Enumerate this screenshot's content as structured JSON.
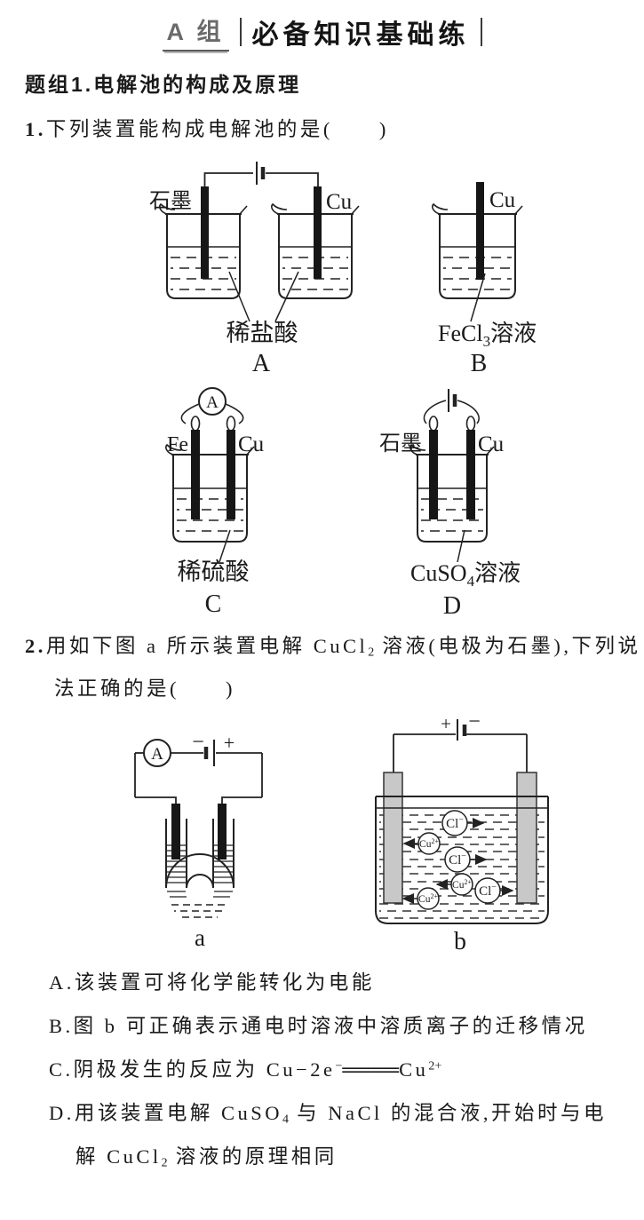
{
  "header": {
    "group": "A 组",
    "sep": "",
    "title": "必备知识基础练"
  },
  "section_title": "题组1.电解池的构成及原理",
  "q1": {
    "number": "1.",
    "text": "下列装置能构成电解池的是(　　)"
  },
  "diagram_A": {
    "electrode_left": "石墨",
    "electrode_right": "Cu",
    "solution": "稀盐酸",
    "label": "A"
  },
  "diagram_B": {
    "electrode": "Cu",
    "solution_formula": "FeCl",
    "solution_sub": "3",
    "solution_suffix": "溶液",
    "label": "B"
  },
  "diagram_C": {
    "meter": "A",
    "electrode_left": "Fe",
    "electrode_right": "Cu",
    "solution": "稀硫酸",
    "label": "C"
  },
  "diagram_D": {
    "electrode_left": "石墨",
    "electrode_right": "Cu",
    "solution_formula": "CuSO",
    "solution_sub": "4",
    "solution_suffix": "溶液",
    "label": "D"
  },
  "q2": {
    "number": "2.",
    "pre": "用如下图 a 所示装置电解 CuCl",
    "sub": "2",
    "post": " 溶液(电极为石墨),下列说法正确的是(　　)"
  },
  "diagram_a": {
    "meter": "A",
    "neg": "−",
    "pos": "+",
    "label": "a"
  },
  "diagram_b": {
    "pos": "+",
    "neg": "−",
    "anion": "Cl",
    "anion_charge": "−",
    "cation": "Cu",
    "cation_charge": "2+",
    "label": "b"
  },
  "options": {
    "A": {
      "label": "A.",
      "text": "该装置可将化学能转化为电能"
    },
    "B": {
      "label": "B.",
      "text": "图 b 可正确表示通电时溶液中溶质离子的迁移情况"
    },
    "C": {
      "label": "C.",
      "pre": "阴极发生的反应为 Cu−2e",
      "sup1": "−",
      "eq": "════",
      "base2": "Cu",
      "sup2": "2+"
    },
    "D": {
      "label": "D.",
      "p1": "用该装置电解 CuSO",
      "sub1": "4",
      "p2": " 与 NaCl 的混合液,开始时与电解 CuCl",
      "sub2": "2",
      "p3": " 溶液的原理相同"
    }
  }
}
